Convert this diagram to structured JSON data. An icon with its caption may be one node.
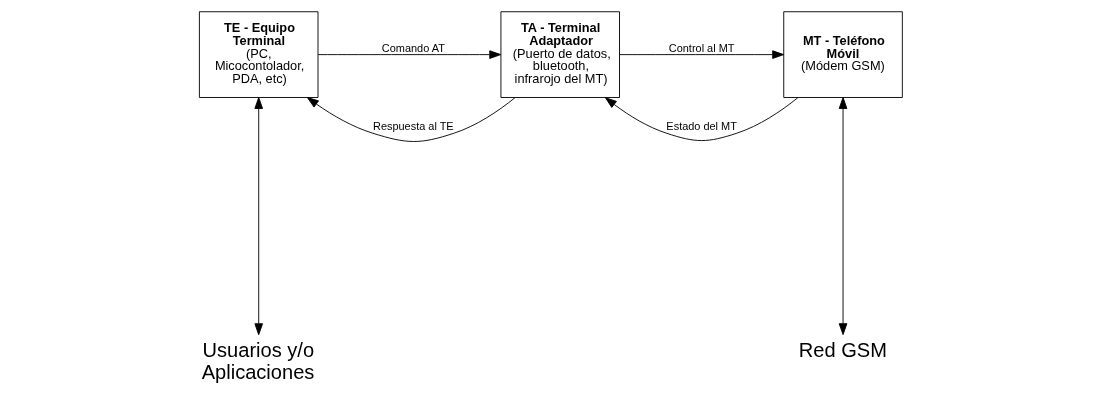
{
  "diagram": {
    "nodes": [
      {
        "text": [
          "TE - Equipo Terminal",
          "(PC, Micocontolador, PDA, etc)"
        ]
      },
      {
        "text": [
          "TA - Terminal Adaptador",
          "(Puerto de datos, bluetooth, infrarojo del MT)"
        ]
      },
      {
        "text": [
          "MT - Teléfono Móvil",
          "(Módem GSM)"
        ]
      },
      {
        "text": [
          "Usuarios y/o Aplicaciones"
        ]
      },
      {
        "text": [
          "Red GSM"
        ]
      }
    ],
    "edges": [
      {
        "from": 1,
        "to": 0,
        "arrow": "to",
        "label": "Respuesta al TE"
      },
      {
        "from": 0,
        "to": 1,
        "arrow": "to",
        "label": "Comando AT"
      },
      {
        "from": 2,
        "to": 1,
        "arrow": "to",
        "label": "Estado del MT"
      },
      {
        "from": 1,
        "to": 2,
        "arrow": "to",
        "label": "Control al MT"
      },
      {
        "from": 0,
        "to": 3,
        "arrow": "both"
      },
      {
        "from": 2,
        "to": 4,
        "arrow": "both"
      }
    ]
  }
}
